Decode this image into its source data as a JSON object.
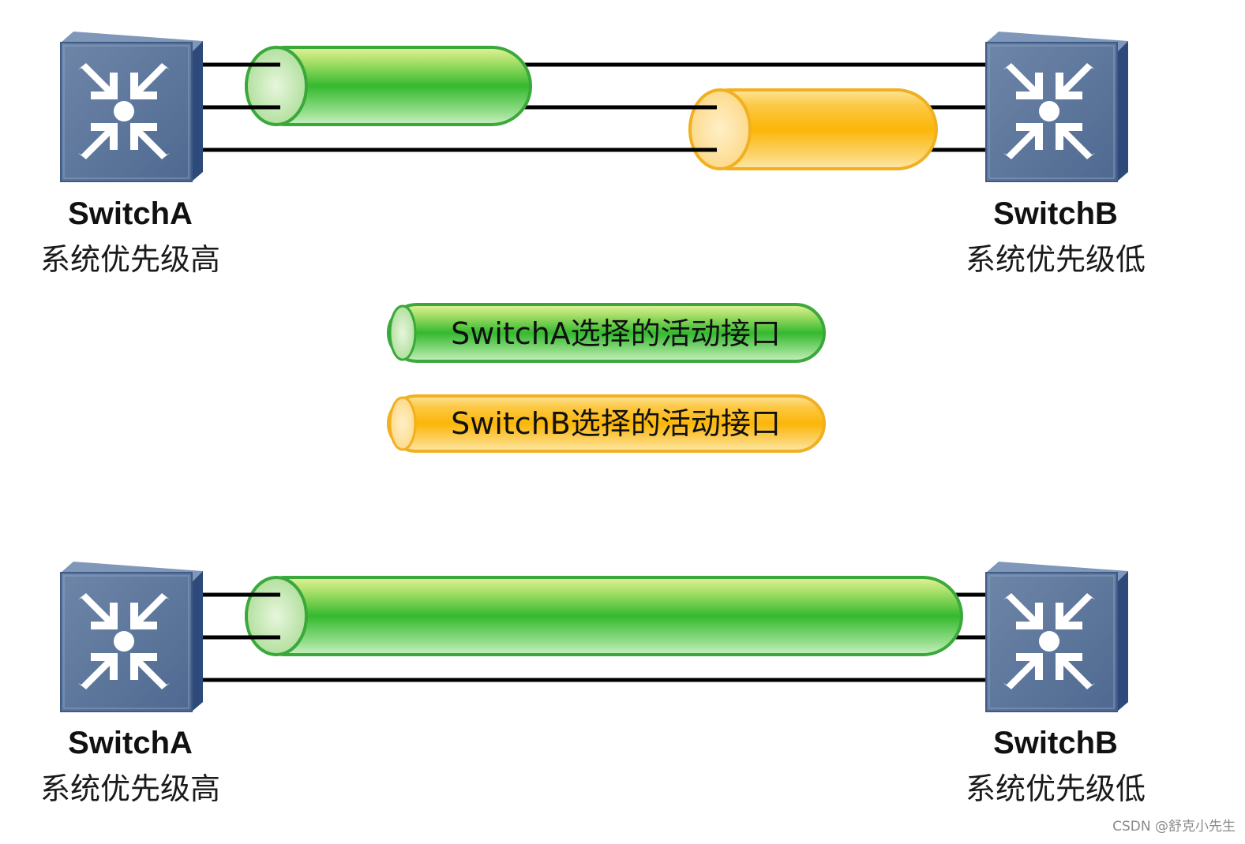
{
  "diagrams": [
    {
      "id": "top",
      "switch_a": {
        "name": "SwitchA",
        "priority": "系统优先级高"
      },
      "switch_b": {
        "name": "SwitchB",
        "priority": "系统优先级低"
      },
      "links": 3,
      "bundles": [
        {
          "owner": "SwitchA",
          "color": "green",
          "links": [
            1,
            2
          ],
          "span": "left"
        },
        {
          "owner": "SwitchB",
          "color": "yellow",
          "links": [
            2,
            3
          ],
          "span": "right"
        }
      ]
    },
    {
      "id": "bottom",
      "switch_a": {
        "name": "SwitchA",
        "priority": "系统优先级高"
      },
      "switch_b": {
        "name": "SwitchB",
        "priority": "系统优先级低"
      },
      "links": 3,
      "bundles": [
        {
          "owner": "SwitchA",
          "color": "green",
          "links": [
            1,
            2
          ],
          "span": "full"
        }
      ]
    }
  ],
  "legend": [
    {
      "text": "SwitchA选择的活动接口",
      "color": "green"
    },
    {
      "text": "SwitchB选择的活动接口",
      "color": "yellow"
    }
  ],
  "colors": {
    "green_fill": "#3cbf2e",
    "green_border": "#3aa83a",
    "yellow_fill": "#fbb910",
    "yellow_border": "#f0b020",
    "switch_face": "#5a7296",
    "switch_side": "#2f4c7c",
    "link": "#000000"
  },
  "watermark": "CSDN @舒克小先生"
}
